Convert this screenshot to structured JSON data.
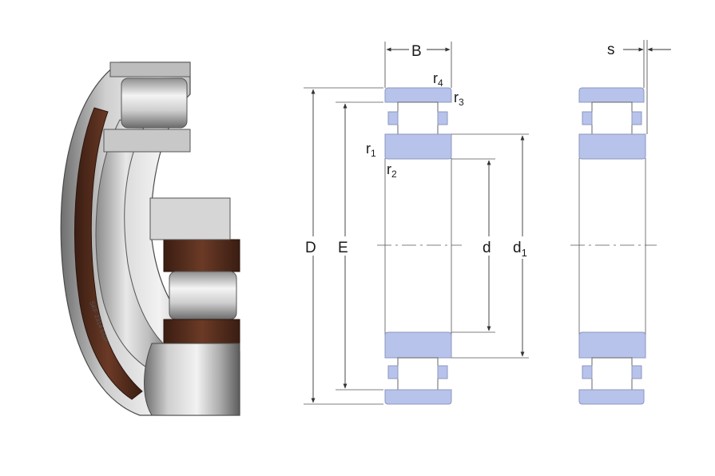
{
  "colors": {
    "ring_fill": "#b7c3ea",
    "ring_stroke": "#8c97bf",
    "outline": "#6f6f6f",
    "dimension_line": "#333333",
    "cage_brown": "#5a2f1e",
    "steel_light": "#d9d9d9",
    "steel_dark": "#7a7a7a"
  },
  "photo": {
    "subject": "cylindrical-roller-bearing-cutaway",
    "stamp_text": "SKF 2314 ECP"
  },
  "labels": {
    "B": "B",
    "r4": "r",
    "r4_sub": "4",
    "r3": "r",
    "r3_sub": "3",
    "r1": "r",
    "r1_sub": "1",
    "r2": "r",
    "r2_sub": "2",
    "D": "D",
    "E": "E",
    "d": "d",
    "d1": "d",
    "d1_sub": "1",
    "s": "s"
  }
}
